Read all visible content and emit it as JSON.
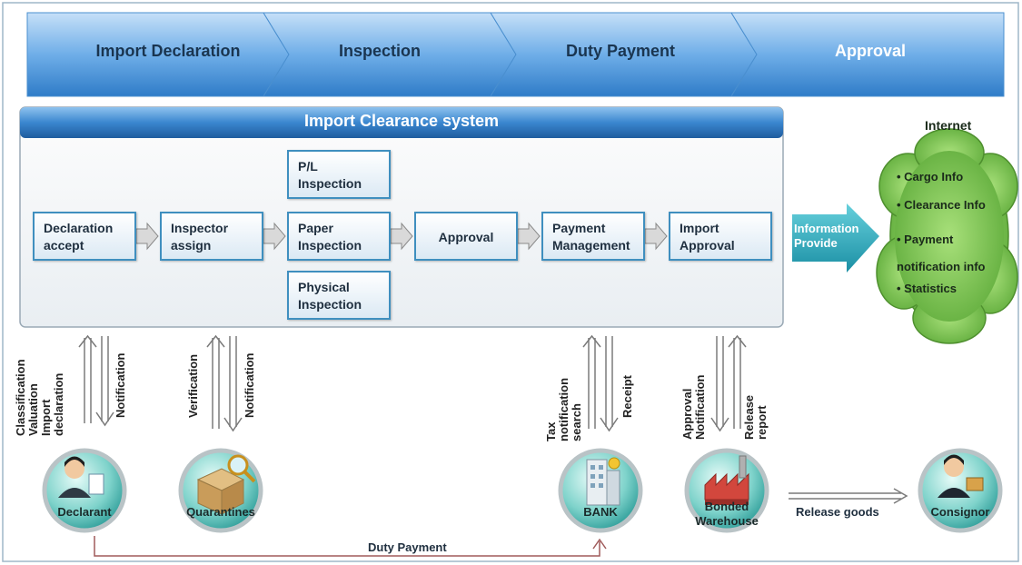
{
  "stages": [
    "Import Declaration",
    "Inspection",
    "Duty Payment",
    "Approval"
  ],
  "system": {
    "title": "Import Clearance system",
    "boxes": {
      "declaration_accept": "Declaration\naccept",
      "inspector_assign": "Inspector\nassign",
      "pl_inspection": "P/L\nInspection",
      "paper_inspection": "Paper\nInspection",
      "physical_inspection": "Physical\nInspection",
      "approval": "Approval",
      "payment_management": "Payment\nManagement",
      "import_approval": "Import\nApproval"
    }
  },
  "info_provide": "Information\nProvide",
  "internet": {
    "title": "Internet",
    "items": [
      "Cargo Info",
      "Clearance Info",
      "Payment\nnotification info",
      "Statistics"
    ]
  },
  "flows": {
    "declarant_up": "Classification\nValuation\nImport\ndeclaration",
    "declarant_down": "Notification",
    "quarantine_up": "Verification",
    "quarantine_down": "Notification",
    "bank_up": "Tax\nnotification\nsearch",
    "bank_down": "Receipt",
    "warehouse_up": "Approval\nNotification",
    "warehouse_down": "Release\nreport"
  },
  "entities": {
    "declarant": "Declarant",
    "quarantines": "Quarantines",
    "bank": "BANK",
    "warehouse": "Bonded\nWarehouse",
    "consignor": "Consignor"
  },
  "release_goods": "Release goods",
  "duty_payment": "Duty Payment",
  "colors": {
    "stage_blue": "#2f7cc8",
    "box_border": "#3f8fbf",
    "cloud": "#7fc94f",
    "teal": "#2aa7b8"
  }
}
